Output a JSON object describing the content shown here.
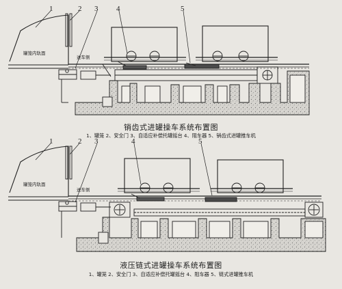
{
  "colors": {
    "ink": "#1f1f1f",
    "paper": "#e9e7e2",
    "concrete": "#cfcdc8"
  },
  "diagram1": {
    "title": "销齿式进罐操车系统布置图",
    "legend": "1、罐笼 2、安全门 3、自适应补偿托罐摇台 4、阻车器 5、销齿式进罐推车机",
    "labels": {
      "n1": "1",
      "n2": "2",
      "n3": "3",
      "n4": "4",
      "n5": "5",
      "track_in": "罐笼内轨面",
      "entry_side": "进车侧"
    }
  },
  "diagram2": {
    "title": "液压链式进罐操车系统布置图",
    "legend": "1、罐笼 2、安全门 3、自适应补偿托罐摇台 4、阻车器 5、链式进罐推车机",
    "labels": {
      "n1": "1",
      "n2": "2",
      "n3": "3",
      "n4": "4",
      "n5": "5",
      "track_in": "罐笼内轨面",
      "entry_side": "进车侧"
    }
  }
}
